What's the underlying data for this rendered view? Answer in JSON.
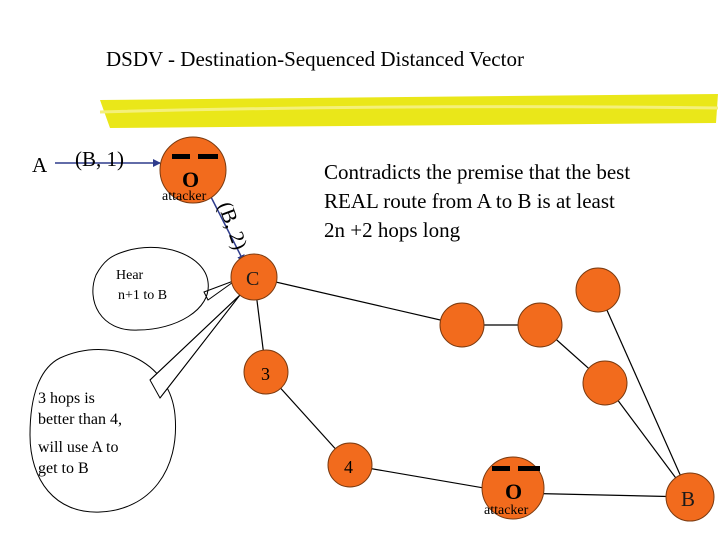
{
  "title": "DSDV - Destination-Sequenced Distanced Vector",
  "colors": {
    "node_fill": "#f26b1d",
    "node_stroke": "#7a3a10",
    "title_bar": "#e8e400",
    "arrow": "#2f3c8c",
    "eyebrow": "#000000"
  },
  "nodes": {
    "a_label": "A",
    "c_label": "C",
    "three_label": "3",
    "four_label": "4",
    "b_label": "B",
    "attacker_top_face": "O",
    "attacker_top_label": "attacker",
    "attacker_bottom_face": "O",
    "attacker_bottom_label": "attacker"
  },
  "routes": {
    "a_advert": "(B, 1)",
    "attacker_advert": "(B, 2)"
  },
  "callouts": {
    "hear_line1": "Hear",
    "hear_line2": "n+1 to B",
    "better_line1": "3 hops is",
    "better_line2": "better than 4,",
    "better_line3": "will use A to",
    "better_line4": "get to B"
  },
  "note": {
    "line1": "Contradicts the premise that the best",
    "line2": "REAL route  from A to B is at least",
    "line3": "2n +2 hops long"
  }
}
